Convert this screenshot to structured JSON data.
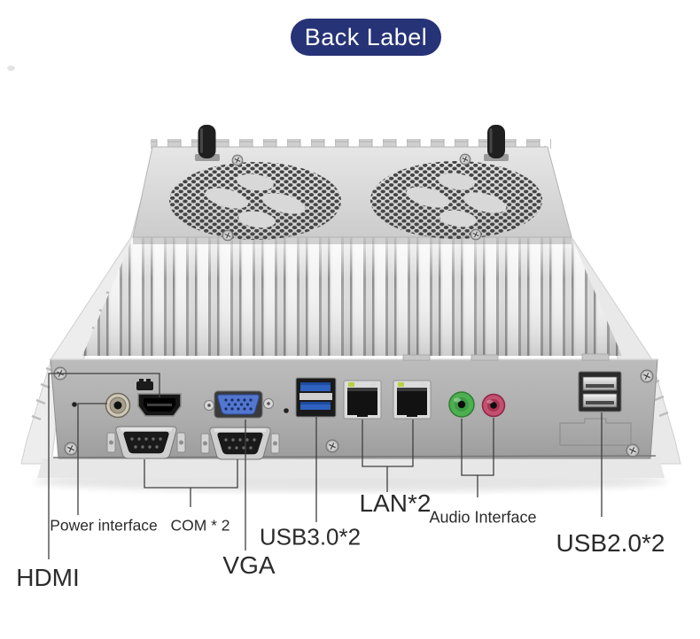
{
  "badge": {
    "label": "Back Label",
    "background": "#263377",
    "text_color": "#ffffff"
  },
  "annotations": {
    "power": {
      "text": "Power interface"
    },
    "com": {
      "text": "COM * 2"
    },
    "hdmi": {
      "text": "HDMI"
    },
    "vga": {
      "text": "VGA"
    },
    "usb3": {
      "text": "USB3.0*2"
    },
    "lan": {
      "text": "LAN*2"
    },
    "audio": {
      "text": "Audio Interface"
    },
    "usb2": {
      "text": "USB2.0*2"
    }
  },
  "device": {
    "ports": [
      "reset-pinhole",
      "power-jack",
      "dip-switch",
      "hdmi-port",
      "com-port-1",
      "com-port-2",
      "vga-port",
      "usb3-dual-port",
      "lan-port-1",
      "lan-port-2",
      "line-out-jack",
      "mic-in-jack",
      "usb2-dual-port"
    ],
    "colors": {
      "usb3_tongue": "#2f62c0",
      "line_out_green": "#4caf50",
      "mic_in_pink": "#c2506e",
      "lan_led": "#aacb3c",
      "chassis_silver": "#d8d8d8",
      "panel_gray": "#aeaeae"
    }
  }
}
